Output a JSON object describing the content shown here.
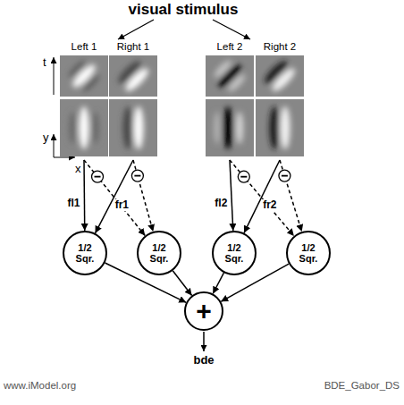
{
  "diagram": {
    "title": "visual stimulus",
    "nodes": [
      {
        "text": [
          "Left 1"
        ]
      },
      {
        "text": [
          "Right 1"
        ]
      },
      {
        "text": [
          "Left 2"
        ]
      },
      {
        "text": [
          "Right 2"
        ]
      },
      {
        "text": [
          "1/2 Sqr."
        ]
      },
      {
        "text": [
          "1/2 Sqr."
        ]
      },
      {
        "text": [
          "1/2 Sqr."
        ]
      },
      {
        "text": [
          "1/2 Sqr."
        ]
      },
      {
        "text": [
          "+"
        ]
      }
    ],
    "edges": [
      {
        "from": 0,
        "to": 4,
        "label": "fl1",
        "arrow": "to"
      },
      {
        "from": 0,
        "to": 5,
        "arrow": "to"
      },
      {
        "from": 1,
        "to": 4,
        "label": "fr1",
        "arrow": "to"
      },
      {
        "from": 1,
        "to": 5,
        "arrow": "to"
      },
      {
        "from": 2,
        "to": 6,
        "label": "fl2",
        "arrow": "to"
      },
      {
        "from": 2,
        "to": 7,
        "arrow": "to"
      },
      {
        "from": 3,
        "to": 6,
        "label": "fr2",
        "arrow": "to"
      },
      {
        "from": 3,
        "to": 7,
        "arrow": "to"
      },
      {
        "from": 4,
        "to": 8,
        "arrow": "to"
      },
      {
        "from": 5,
        "to": 8,
        "arrow": "to"
      },
      {
        "from": 6,
        "to": 8,
        "arrow": "to"
      },
      {
        "from": 7,
        "to": 8,
        "arrow": "to"
      }
    ],
    "labels": [
      "t",
      "y",
      "x",
      "bde",
      "www.iModel.org",
      "BDE_Gabor_DS"
    ]
  }
}
